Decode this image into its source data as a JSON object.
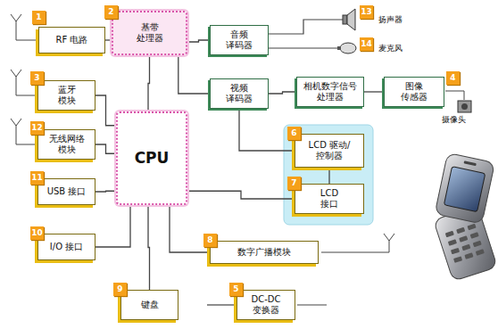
{
  "diagram": {
    "nodes": [
      {
        "text": [
          "RF 电路"
        ]
      },
      {
        "text": [
          "基带 处理器"
        ]
      },
      {
        "text": [
          "音频 译码器"
        ]
      },
      {
        "text": [
          "视频 译码器"
        ]
      },
      {
        "text": [
          "相机数字信号 处理器"
        ]
      },
      {
        "text": [
          "图像 传感器"
        ]
      },
      {
        "text": [
          "蓝牙 模块"
        ]
      },
      {
        "text": [
          "无线网络 模块"
        ]
      },
      {
        "text": [
          "CPU"
        ]
      },
      {
        "text": [
          "LCD 驱动/ 控制器"
        ]
      },
      {
        "text": [
          "LCD 接口"
        ]
      },
      {
        "text": [
          "USB 接口"
        ]
      },
      {
        "text": [
          "数字广播模块"
        ]
      },
      {
        "text": [
          "I/O 接口"
        ]
      },
      {
        "text": [
          "键盘"
        ]
      },
      {
        "text": [
          "DC-DC 变换器"
        ]
      }
    ],
    "edges": [
      {
        "from": 0,
        "to": 1,
        "arrow": "none"
      },
      {
        "from": 1,
        "to": 2,
        "arrow": "none"
      },
      {
        "from": 1,
        "to": 8,
        "arrow": "none"
      },
      {
        "from": 1,
        "to": 3,
        "arrow": "none"
      },
      {
        "from": 3,
        "to": 4,
        "arrow": "none"
      },
      {
        "from": 4,
        "to": 5,
        "arrow": "none"
      },
      {
        "from": 3,
        "to": 9,
        "arrow": "none"
      },
      {
        "from": 9,
        "to": 10,
        "arrow": "none"
      },
      {
        "from": 6,
        "to": 8,
        "arrow": "none"
      },
      {
        "from": 7,
        "to": 8,
        "arrow": "none"
      },
      {
        "from": 11,
        "to": 8,
        "arrow": "none"
      },
      {
        "from": 13,
        "to": 8,
        "arrow": "none"
      },
      {
        "from": 14,
        "to": 8,
        "arrow": "none"
      },
      {
        "from": 8,
        "to": 10,
        "arrow": "none"
      },
      {
        "from": 8,
        "to": 12,
        "arrow": "none"
      }
    ],
    "labels": [
      "1",
      "2",
      "13",
      "扬声器",
      "14",
      "麦克风",
      "3",
      "4",
      "摄像头",
      "12",
      "6",
      "7",
      "11",
      "8",
      "10",
      "9",
      "5"
    ]
  }
}
